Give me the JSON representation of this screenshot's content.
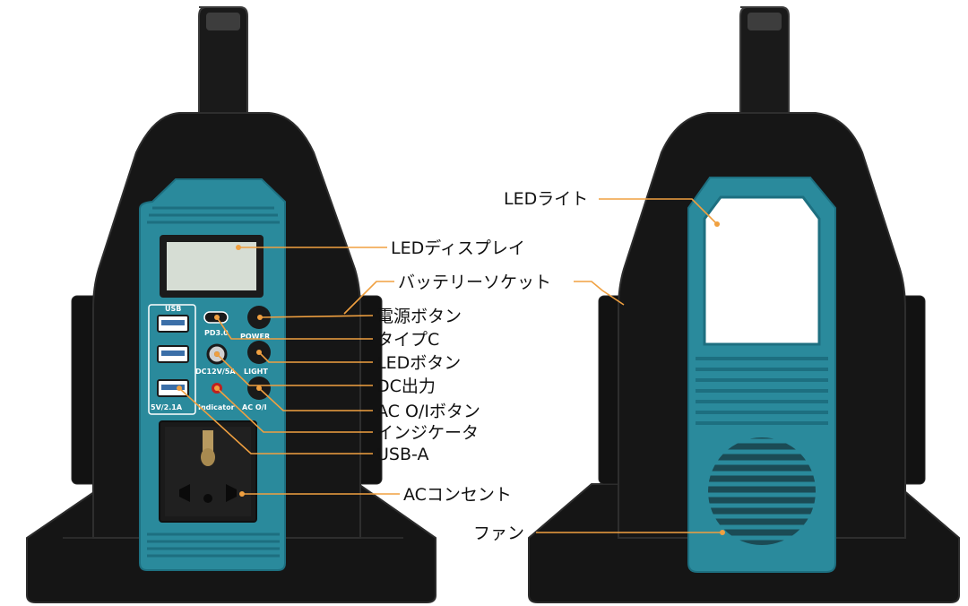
{
  "colors": {
    "body": "#141414",
    "body_edge": "#2a2a2a",
    "teal": "#2a8a9c",
    "teal_dark": "#1d6f80",
    "leader": "#f0a040",
    "lcd": "#d6ddd4",
    "lamp": "#ffffff"
  },
  "panel": {
    "usb_header": "USB",
    "pd_label": "PD3.0",
    "power_label": "POWER",
    "dc_label": "DC12V/5A",
    "light_label": "LIGHT",
    "usb_rating": "5V/2.1A",
    "indicator_label": "Indicator",
    "ac_label": "AC O/I"
  },
  "callouts": {
    "front": [
      {
        "id": "lcd",
        "label": "LEDディスプレイ"
      },
      {
        "id": "battery-socket",
        "label": "バッテリーソケット"
      },
      {
        "id": "power-button",
        "label": "電源ボタン"
      },
      {
        "id": "type-c",
        "label": "タイプC"
      },
      {
        "id": "led-button",
        "label": "LEDボタン"
      },
      {
        "id": "dc-output",
        "label": "DC出力"
      },
      {
        "id": "ac-button",
        "label": "AC O/Iボタン"
      },
      {
        "id": "indicator",
        "label": "インジケータ"
      },
      {
        "id": "usb-a",
        "label": "USB-A"
      },
      {
        "id": "ac-outlet",
        "label": "ACコンセント"
      }
    ],
    "back": [
      {
        "id": "led-light",
        "label": "LEDライト"
      },
      {
        "id": "fan",
        "label": "ファン"
      }
    ]
  }
}
